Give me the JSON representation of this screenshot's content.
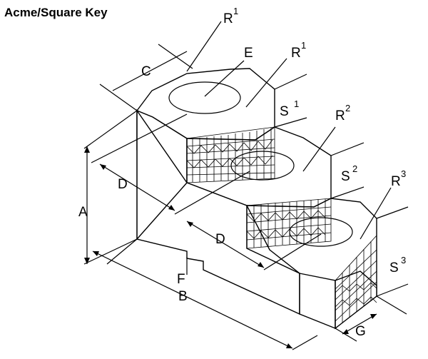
{
  "title": "Acme/Square Key",
  "labels": {
    "R1_top": {
      "base": "R",
      "sup": "1"
    },
    "R1_step": {
      "base": "R",
      "sup": "1"
    },
    "R2": {
      "base": "R",
      "sup": "2"
    },
    "R3": {
      "base": "R",
      "sup": "3"
    },
    "E": "E",
    "C": "C",
    "S1": {
      "base": "S",
      "sup": "1"
    },
    "S2": {
      "base": "S",
      "sup": "2"
    },
    "S3": {
      "base": "S",
      "sup": "3"
    },
    "D_upper": "D",
    "D_lower": "D",
    "A": "A",
    "B": "B",
    "F": "F",
    "G": "G"
  }
}
